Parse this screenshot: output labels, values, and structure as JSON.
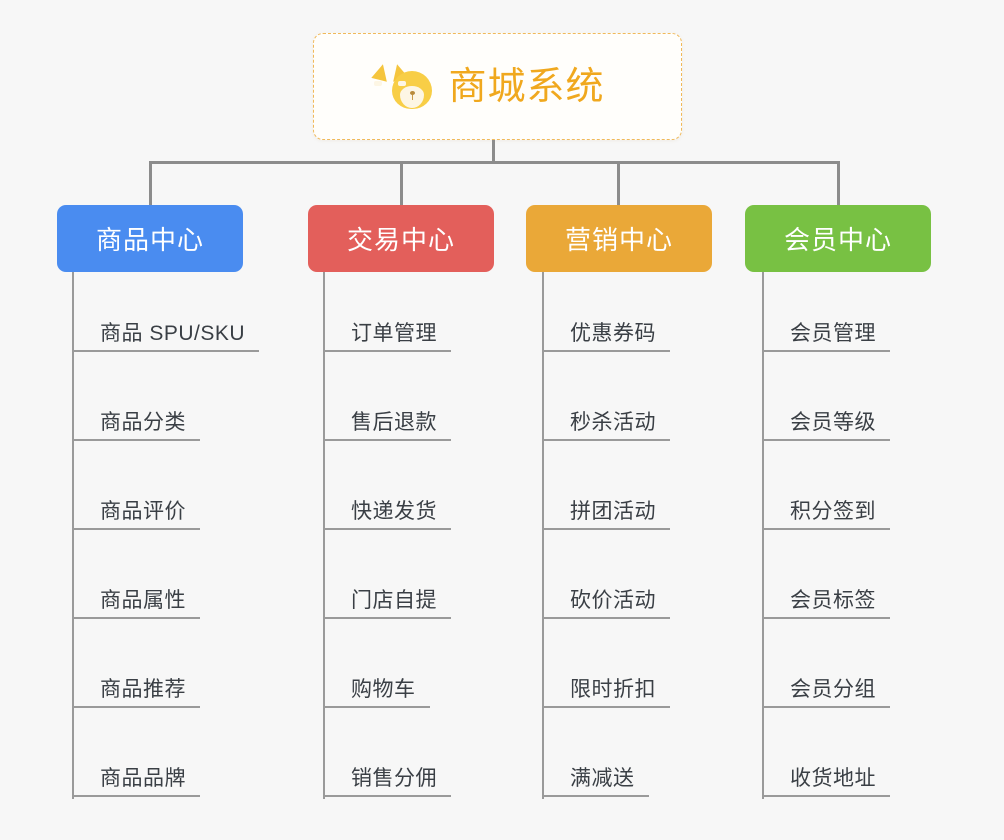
{
  "canvas": {
    "background": "#f7f7f7"
  },
  "root": {
    "icon": "shiba-dog-face-icon",
    "title": "商城系统",
    "text_color": "#f0a81e",
    "border_color": "#f0b95a",
    "background": "#fffefb"
  },
  "connector_color": "#8c8c8c",
  "categories": [
    {
      "label": "商品中心",
      "color": "#4a8cf0",
      "items": [
        "商品 SPU/SKU",
        "商品分类",
        "商品评价",
        "商品属性",
        "商品推荐",
        "商品品牌"
      ]
    },
    {
      "label": "交易中心",
      "color": "#e35f5b",
      "items": [
        "订单管理",
        "售后退款",
        "快递发货",
        "门店自提",
        "购物车",
        "销售分佣"
      ]
    },
    {
      "label": "营销中心",
      "color": "#eaa838",
      "items": [
        "优惠券码",
        "秒杀活动",
        "拼团活动",
        "砍价活动",
        "限时折扣",
        "满减送"
      ]
    },
    {
      "label": "会员中心",
      "color": "#78c143",
      "items": [
        "会员管理",
        "会员等级",
        "积分签到",
        "会员标签",
        "会员分组",
        "收货地址"
      ]
    }
  ]
}
